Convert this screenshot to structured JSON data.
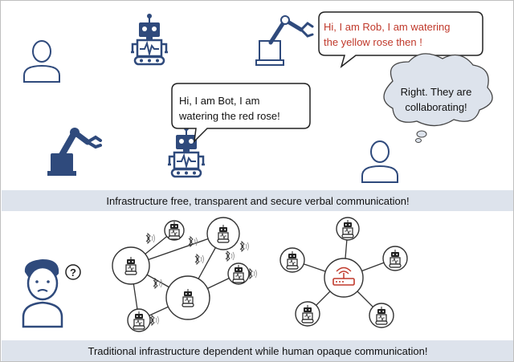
{
  "speech": {
    "rob_line1": "Hi, I am Rob, I am watering",
    "rob_line2": "the yellow rose then !",
    "bot_line1": "Hi, I am Bot, I am",
    "bot_line2": "watering the red rose!",
    "thought_line1": "Right. They are",
    "thought_line2": "collaborating!"
  },
  "banners": {
    "top": "Infrastructure free, transparent and secure verbal communication!",
    "bottom": "Traditional infrastructure dependent while human opaque communication!"
  },
  "confused_mark": "?",
  "colors": {
    "navy": "#2f4a7c",
    "band": "#dde3ec",
    "rob_text": "#c0392b",
    "router_red": "#c0392b",
    "thought_fill": "#dde3ec"
  },
  "icons": [
    "person-icon",
    "robot-icon",
    "robot-arm-icon",
    "router-icon",
    "bluetooth-icon",
    "confused-person-icon"
  ]
}
